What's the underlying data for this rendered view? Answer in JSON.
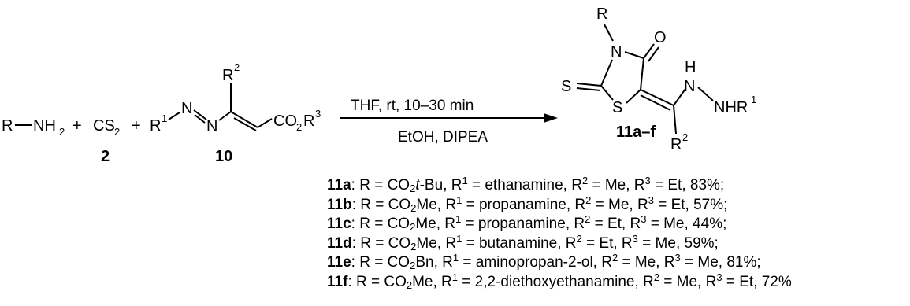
{
  "reactants": {
    "amine": {
      "r": "R",
      "nh": "NH",
      "nh_sub": "2"
    },
    "plus1": "+",
    "cs2": {
      "cs": "CS",
      "sub": "2",
      "label": "2"
    },
    "plus2": "+",
    "azoalkene": {
      "r1": "R",
      "r1_sup": "1",
      "n_left": "N",
      "n_right": "N",
      "r2": "R",
      "r2_sup": "2",
      "co2": "CO",
      "co2_sub": "2",
      "r3": "R",
      "r3_sup": "3",
      "label": "10"
    }
  },
  "conditions": {
    "above": "THF, rt, 10–30 min",
    "below": "EtOH, DIPEA"
  },
  "product": {
    "r": "R",
    "n": "N",
    "o": "O",
    "s_exo": "S",
    "s_ring": "S",
    "h": "H",
    "n_hyd": "N",
    "nhr": "NHR",
    "nhr_sup": "1",
    "r2": "R",
    "r2_sup": "2",
    "label": "11a–f"
  },
  "entries": [
    {
      "code": "11a",
      "text": ": R = CO",
      "sub": "2",
      "extra_italic": "t",
      "extra": "-Bu",
      "r1_sep": ", R",
      "r1_sup": "1",
      "r1": " = ethanamine, R",
      "r2_sup": "2",
      "r2": " = Me, R",
      "r3_sup": "3",
      "r3": " = Et, 83%;"
    },
    {
      "code": "11b",
      "text": ": R = CO",
      "sub": "2",
      "extra_italic": "",
      "extra": "Me",
      "r1_sep": ", R",
      "r1_sup": "1",
      "r1": " = propanamine, R",
      "r2_sup": "2",
      "r2": " = Me, R",
      "r3_sup": "3",
      "r3": " = Et, 57%;"
    },
    {
      "code": "11c",
      "text": ": R = CO",
      "sub": "2",
      "extra_italic": "",
      "extra": "Me",
      "r1_sep": ", R",
      "r1_sup": "1",
      "r1": " = propanamine, R",
      "r2_sup": "2",
      "r2": " = Et, R",
      "r3_sup": "3",
      "r3": " = Me, 44%;"
    },
    {
      "code": "11d",
      "text": ": R = CO",
      "sub": "2",
      "extra_italic": "",
      "extra": "Me",
      "r1_sep": ", R",
      "r1_sup": "1",
      "r1": " = butanamine, R",
      "r2_sup": "2",
      "r2": " = Et, R",
      "r3_sup": "3",
      "r3": " = Me, 59%;"
    },
    {
      "code": "11e",
      "text": ": R = CO",
      "sub": "2",
      "extra_italic": "",
      "extra": "Bn",
      "r1_sep": ", R",
      "r1_sup": "1",
      "r1": " = aminopropan-2-ol, R",
      "r2_sup": "2",
      "r2": " = Me, R",
      "r3_sup": "3",
      "r3": " = Me, 81%;"
    },
    {
      "code": "11f",
      "text": ":  R = CO",
      "sub": "2",
      "extra_italic": "",
      "extra": "Me",
      "r1_sep": ", R",
      "r1_sup": "1",
      "r1": " = 2,2-diethoxyethanamine, R",
      "r2_sup": "2",
      "r2": " = Me, R",
      "r3_sup": "3",
      "r3": " = Et, 72%"
    }
  ]
}
